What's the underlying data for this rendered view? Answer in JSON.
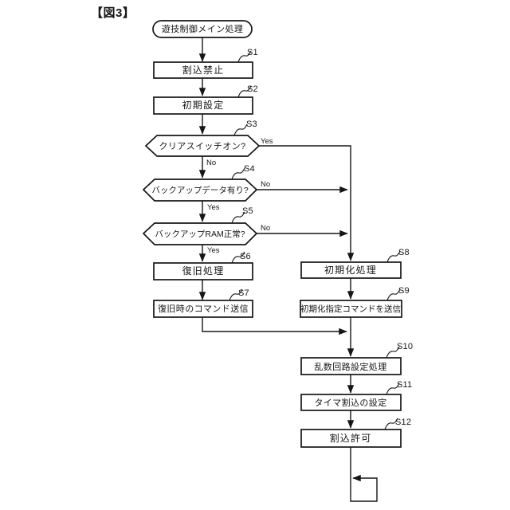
{
  "figure": {
    "title": "【図3】"
  },
  "colors": {
    "line": "#161616",
    "background": "#ffffff",
    "node_fill": "#ffffff"
  },
  "nodes": {
    "start": {
      "label": "遊技制御メイン処理",
      "type": "terminator"
    },
    "s1": {
      "id": "S1",
      "label": "割込禁止",
      "type": "process"
    },
    "s2": {
      "id": "S2",
      "label": "初期設定",
      "type": "process"
    },
    "s3": {
      "id": "S3",
      "label": "クリアスイッチオン?",
      "type": "decision",
      "yes_label": "Yes",
      "no_label": "No"
    },
    "s4": {
      "id": "S4",
      "label": "バックアップデータ有り?",
      "type": "decision",
      "yes_label": "Yes",
      "no_label": "No"
    },
    "s5": {
      "id": "S5",
      "label": "バックアップRAM正常?",
      "type": "decision",
      "yes_label": "Yes",
      "no_label": "No"
    },
    "s6": {
      "id": "S6",
      "label": "復旧処理",
      "type": "process"
    },
    "s7": {
      "id": "S7",
      "label": "復旧時のコマンド送信",
      "type": "process"
    },
    "s8": {
      "id": "S8",
      "label": "初期化処理",
      "type": "process"
    },
    "s9": {
      "id": "S9",
      "label": "初期化指定コマンドを送信",
      "type": "process"
    },
    "s10": {
      "id": "S10",
      "label": "乱数回路設定処理",
      "type": "process"
    },
    "s11": {
      "id": "S11",
      "label": "タイマ割込の設定",
      "type": "process"
    },
    "s12": {
      "id": "S12",
      "label": "割込許可",
      "type": "process"
    }
  }
}
